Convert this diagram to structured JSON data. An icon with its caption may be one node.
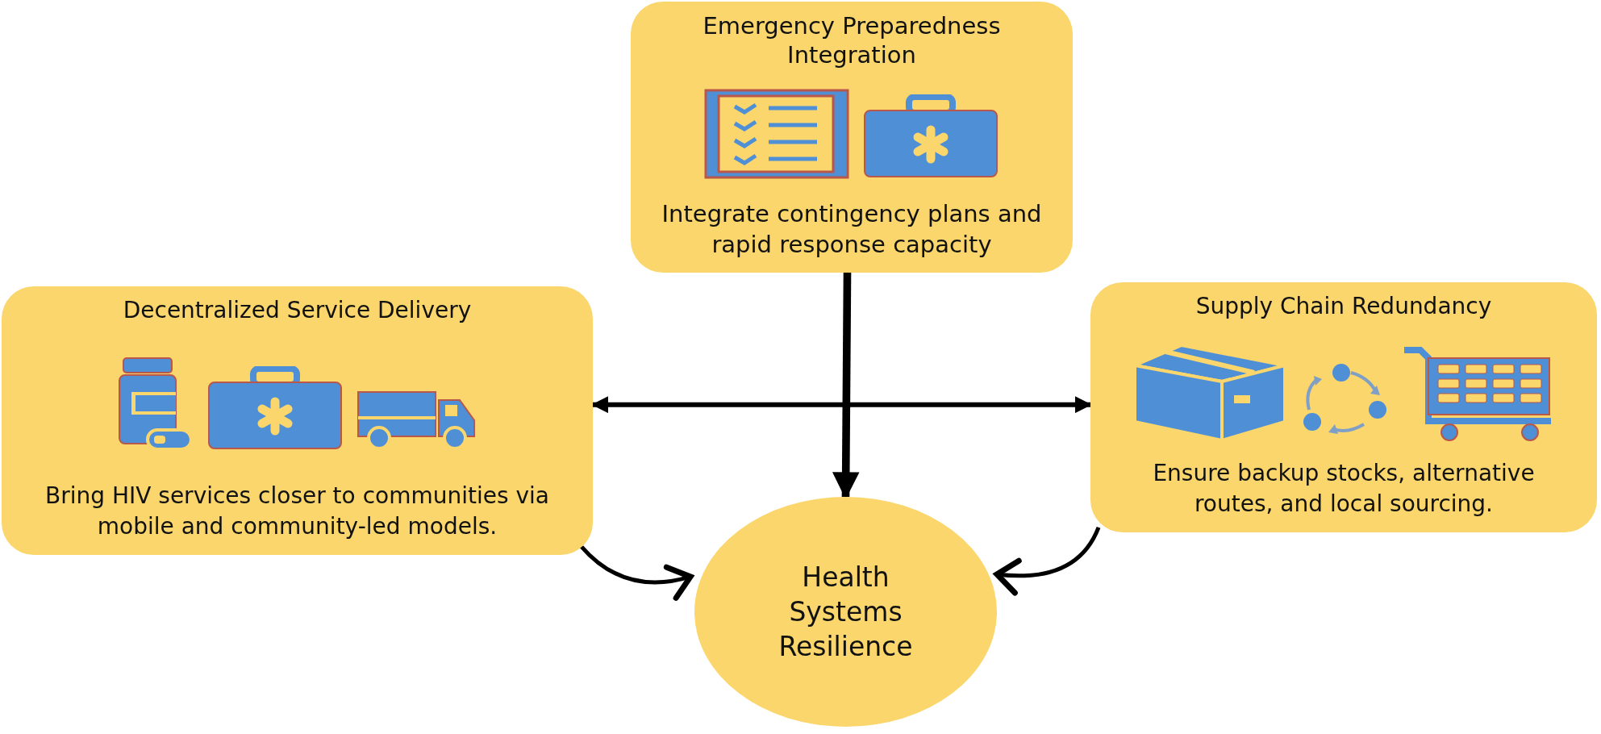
{
  "diagram": {
    "nodes": [
      {
        "text": [
          "Emergency Preparedness Integration",
          "Integrate contingency plans and rapid response capacity"
        ]
      },
      {
        "text": [
          "Decentralized Service Delivery",
          "Bring HIV services closer to communities via mobile and community-led models."
        ]
      },
      {
        "text": [
          "Supply Chain Redundancy",
          "Ensure backup stocks, alternative routes, and local sourcing."
        ]
      },
      {
        "text": [
          "Health Systems Resilience"
        ]
      }
    ],
    "edges": [
      {
        "from": 0,
        "to": 3,
        "arrow": "to",
        "style": "thick"
      },
      {
        "from": 1,
        "to": 2,
        "arrow": "both"
      },
      {
        "from": 1,
        "to": 3,
        "arrow": "to"
      },
      {
        "from": 2,
        "to": 3,
        "arrow": "to"
      }
    ]
  }
}
